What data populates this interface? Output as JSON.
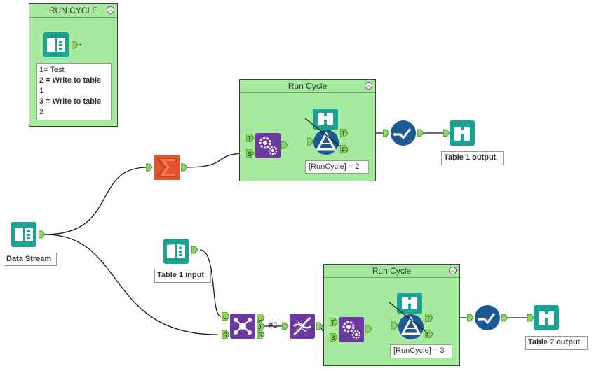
{
  "containers": {
    "run_cycle_main": {
      "title": "RUN CYCLE",
      "collapse_icon": "chevron-up-icon"
    },
    "run_cycle_top": {
      "title": "Run Cycle",
      "collapse_icon": "chevron-up-icon"
    },
    "run_cycle_bottom": {
      "title": "Run Cycle",
      "collapse_icon": "chevron-up-icon"
    }
  },
  "note": {
    "lines": [
      "1= Test",
      "2 = Write to table",
      "1",
      "3 = Write to table",
      "2"
    ]
  },
  "labels": {
    "data_stream": "Data Stream",
    "table1_input": "Table 1 input",
    "table1_output": "Table 1 output",
    "table2_output": "Table 2 output",
    "filter_top": "[RunCycle] = 2",
    "filter_bottom": "[RunCycle] = 3"
  },
  "anchors": {
    "T": "T",
    "S": "S",
    "F": "F",
    "L": "L",
    "J": "J",
    "R": "R",
    "join_count": "#2"
  },
  "colors": {
    "container_bg": "#a6eaa0",
    "input_tool": "#1aa393",
    "summarize_tool": "#e0542e",
    "macro_tool": "#6b3aa0",
    "filter_tool": "#1c5a94",
    "anchor_green": "#8cd85c",
    "wire": "#1a1a1a"
  },
  "icons": {
    "input": "book-icon",
    "summarize": "sigma-icon",
    "macro": "gears-icon",
    "filter": "triangle-filter-icon",
    "browse": "binoculars-icon",
    "union": "checkmark-icon",
    "join": "join-nodes-icon",
    "dna": "dna-icon"
  }
}
